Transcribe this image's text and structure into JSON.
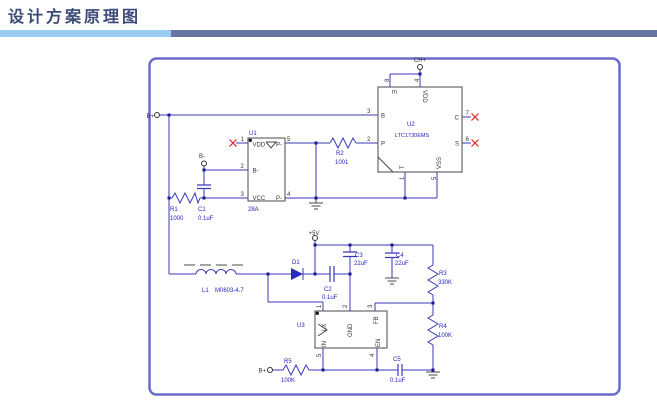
{
  "header": {
    "title": "设计方案原理图"
  },
  "terminals": {
    "b_plus_top": "B+",
    "b_minus": "B-",
    "ch_plus": "CH+",
    "plus_5v": "+5V",
    "b_plus_bottom": "B+"
  },
  "u1": {
    "ref": "U1",
    "part": "28A",
    "pins": {
      "vdd": "VDD",
      "bminus": "B-",
      "vcc": "VCC",
      "pminus_top": "P-",
      "pminus_bottom": "P-"
    },
    "nums": {
      "n1": "1",
      "n2": "2",
      "n3": "3",
      "n4": "4",
      "n5": "5"
    }
  },
  "u2": {
    "ref": "U2",
    "part": "LTC1730EMS",
    "pins": {
      "e": "E",
      "vdd": "VDD",
      "b": "B",
      "p": "P",
      "c": "C",
      "s": "S",
      "t": "T",
      "vss": "VSS"
    },
    "nums": {
      "n8": "8",
      "n4": "4",
      "n3": "3",
      "n2": "2",
      "n7": "7",
      "n6": "6",
      "n1": "1",
      "n5": "5"
    }
  },
  "u3": {
    "ref": "U3",
    "pins": {
      "lx": "LX",
      "in": "IN",
      "gnd": "GND",
      "fb": "FB",
      "en": "EN"
    },
    "nums": {
      "n1": "1",
      "n2": "2",
      "n3": "3",
      "n4": "4",
      "n5": "5"
    }
  },
  "parts": {
    "r1": {
      "ref": "R1",
      "value": "1000"
    },
    "r2": {
      "ref": "R2",
      "value": "1001"
    },
    "r3": {
      "ref": "R3",
      "value": "330K"
    },
    "r4": {
      "ref": "R4",
      "value": "100K"
    },
    "r5": {
      "ref": "R5",
      "value": "100K"
    },
    "c1": {
      "ref": "C1",
      "value": "0.1uF"
    },
    "c2": {
      "ref": "C2",
      "value": "0.1uF"
    },
    "c3": {
      "ref": "C3",
      "value": "22uF"
    },
    "c4": {
      "ref": "C4",
      "value": "22uF"
    },
    "c5": {
      "ref": "C5",
      "value": "0.1uF"
    },
    "l1": {
      "ref": "L1",
      "value": "M0603-4.7"
    },
    "d1": {
      "ref": "D1"
    }
  },
  "colors": {
    "title": "#3c4a78",
    "bar_left": "#9bcdf4",
    "bar_right": "#6775a3",
    "border": "#6a6acc",
    "wire": "#3a3ab8",
    "label_blue": "#2424bb",
    "no_connect": "#dd2222"
  }
}
